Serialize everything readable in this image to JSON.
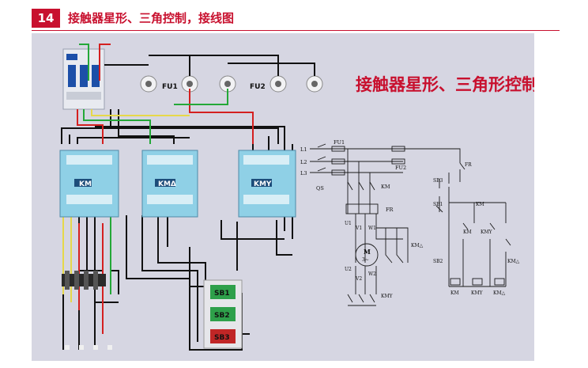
{
  "header": {
    "number": "14",
    "title": "接触器星形、三角控制，接线图"
  },
  "colors": {
    "accent": "#c8102e",
    "panel": "#d6d6e2",
    "contactor": "#8fd0e6",
    "wire_black": "#111111",
    "wire_red": "#d42020",
    "wire_green": "#24a838",
    "wire_yellow": "#e6d84a"
  },
  "photo": {
    "heading": "接触器星形、三角形控制",
    "fuse_labels": [
      "FU1",
      "FU2"
    ],
    "contactor_labels": [
      "KM",
      "KMΔ",
      "KMY"
    ],
    "buttons": [
      "SB1",
      "SB2",
      "SB3"
    ],
    "button_colors": [
      "#2ea04a",
      "#2ea04a",
      "#c02626"
    ],
    "icons": [
      "circuit-breaker-icon",
      "fuse-icon",
      "contactor-icon",
      "terminal-block-icon",
      "pushbutton-icon"
    ]
  },
  "schematic": {
    "lines": [
      "L1",
      "L2",
      "L3"
    ],
    "qs": "QS",
    "fu1": "FU1",
    "fu2": "FU2",
    "km": "KM",
    "fr": "FR",
    "u1": "U1",
    "v1": "V1",
    "w1": "W1",
    "u2": "U2",
    "v2": "V2",
    "w2": "W2",
    "motor": "M",
    "motor_sub": "3~",
    "kmd": "KM△",
    "kmy": "KMY",
    "sb1": "SB1",
    "sb2": "SB2",
    "sb3": "SB3",
    "coils": [
      "KM",
      "KMY",
      "KM△"
    ],
    "ctrl_km_y": "KM",
    "ctrl_kmy": "KMY",
    "ctrl_kmd": "KM△"
  }
}
